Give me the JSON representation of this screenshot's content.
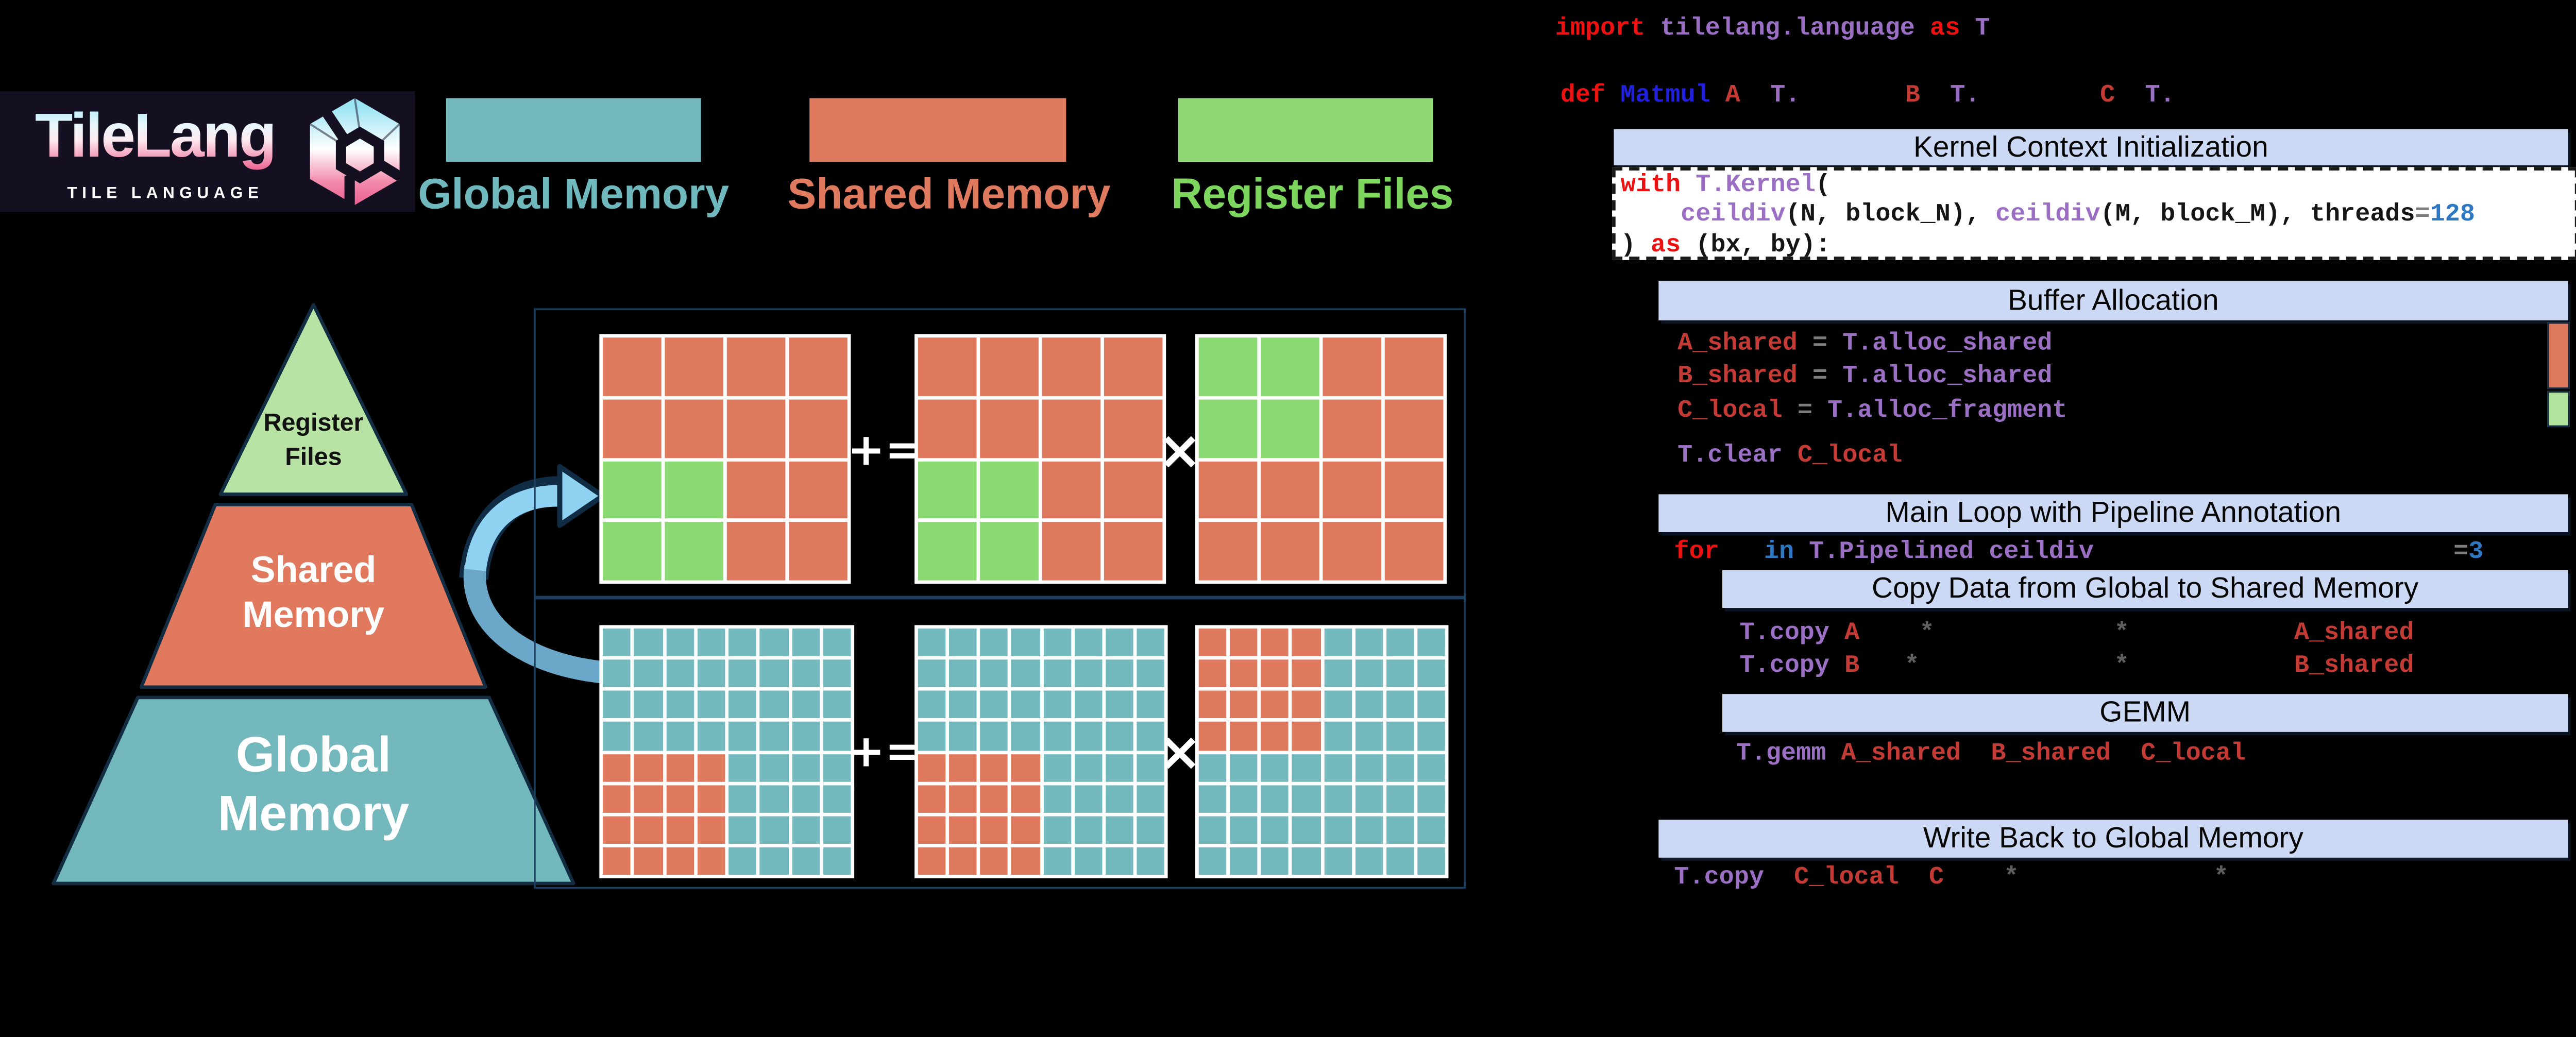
{
  "logo": {
    "title": "TileLang",
    "subtitle": "TILE LANGUAGE"
  },
  "legend": {
    "items": [
      {
        "label": "Global Memory",
        "swatch": "#74b9be",
        "text_color": "#6fb9be"
      },
      {
        "label": "Shared Memory",
        "swatch": "#e07a5f",
        "text_color": "#e07a5f"
      },
      {
        "label": "Register Files",
        "swatch": "#90d873",
        "text_color": "#7dd75f"
      }
    ]
  },
  "pyramid": {
    "tiers": [
      {
        "line1": "Register",
        "line2": "Files",
        "color": "#b9e2a5",
        "text_color": "#111111"
      },
      {
        "line1": "Shared",
        "line2": "Memory",
        "color": "#e0795e",
        "text_color": "#ffffff"
      },
      {
        "line1": "Global",
        "line2": "Memory",
        "color": "#72b8bd",
        "text_color": "#ffffff"
      }
    ]
  },
  "matrix": {
    "palette": {
      "S": "#e07a5f",
      "G": "#8bd973",
      "T": "#74b9be"
    },
    "operators": {
      "plus_equals": "+=",
      "times": "×"
    },
    "rows": [
      {
        "grids": [
          {
            "rows": [
              "SSSS",
              "SSSS",
              "GGSS",
              "GGSS"
            ]
          },
          {
            "rows": [
              "SSSS",
              "SSSS",
              "GGSS",
              "GGSS"
            ]
          },
          {
            "rows": [
              "GGSS",
              "GGSS",
              "SSSS",
              "SSSS"
            ]
          }
        ]
      },
      {
        "grids": [
          {
            "rows": [
              "TTTTTTTT",
              "TTTTTTTT",
              "TTTTTTTT",
              "TTTTTTTT",
              "SSSSTTTT",
              "SSSSTTTT",
              "SSSSTTTT",
              "SSSSTTTT"
            ]
          },
          {
            "rows": [
              "TTTTTTTT",
              "TTTTTTTT",
              "TTTTTTTT",
              "TTTTTTTT",
              "SSSSTTTT",
              "SSSSTTTT",
              "SSSSTTTT",
              "SSSSTTTT"
            ]
          },
          {
            "rows": [
              "SSSSTTTT",
              "SSSSTTTT",
              "SSSSTTTT",
              "SSSSTTTT",
              "TTTTTTTT",
              "TTTTTTTT",
              "TTTTTTTT",
              "TTTTTTTT"
            ]
          }
        ]
      }
    ]
  },
  "code": {
    "sections": {
      "kernel": "Kernel Context Initialization",
      "buffer": "Buffer Allocation",
      "main": "Main Loop with Pipeline Annotation",
      "copy": "Copy Data from Global to Shared Memory",
      "gemm": "GEMM",
      "write": "Write Back to Global Memory"
    },
    "lines": {
      "import": [
        {
          "t": "import",
          "c": "kw"
        },
        {
          "t": " ",
          "c": "sp"
        },
        {
          "t": "tilelang.language",
          "c": "fn"
        },
        {
          "t": " ",
          "c": "sp"
        },
        {
          "t": "as",
          "c": "kw"
        },
        {
          "t": " ",
          "c": "sp"
        },
        {
          "t": "T",
          "c": "fn"
        }
      ],
      "def": [
        {
          "t": "def",
          "c": "kw"
        },
        {
          "t": " ",
          "c": "sp"
        },
        {
          "t": "Matmul",
          "c": "cls"
        },
        {
          "t": " ",
          "c": "sp"
        },
        {
          "t": "A",
          "c": "var"
        },
        {
          "t": "  ",
          "c": "sp"
        },
        {
          "t": "T.",
          "c": "fn"
        },
        {
          "t": "       ",
          "c": "sp"
        },
        {
          "t": "B",
          "c": "var"
        },
        {
          "t": "  ",
          "c": "sp"
        },
        {
          "t": "T.",
          "c": "fn"
        },
        {
          "t": "        ",
          "c": "sp"
        },
        {
          "t": "C",
          "c": "var"
        },
        {
          "t": "  ",
          "c": "sp"
        },
        {
          "t": "T.",
          "c": "fn"
        }
      ],
      "with1": [
        {
          "t": "with",
          "c": "kw"
        },
        {
          "t": " ",
          "c": "sp"
        },
        {
          "t": "T.Kernel",
          "c": "fn"
        },
        {
          "t": "(",
          "c": "plain"
        }
      ],
      "with2": [
        {
          "t": "    ",
          "c": "sp"
        },
        {
          "t": "ceildiv",
          "c": "fn"
        },
        {
          "t": "(N, block_N), ",
          "c": "plain"
        },
        {
          "t": "ceildiv",
          "c": "fn"
        },
        {
          "t": "(M, block_M), threads",
          "c": "plain"
        },
        {
          "t": "=",
          "c": "op"
        },
        {
          "t": "128",
          "c": "num"
        }
      ],
      "with3": [
        {
          "t": ") ",
          "c": "plain"
        },
        {
          "t": "as",
          "c": "kw"
        },
        {
          "t": " (bx, by):",
          "c": "plain"
        }
      ],
      "allocA": [
        {
          "t": "A_shared",
          "c": "var"
        },
        {
          "t": " ",
          "c": "sp"
        },
        {
          "t": "=",
          "c": "op"
        },
        {
          "t": " ",
          "c": "sp"
        },
        {
          "t": "T.alloc_shared",
          "c": "fn"
        }
      ],
      "allocB": [
        {
          "t": "B_shared",
          "c": "var"
        },
        {
          "t": " ",
          "c": "sp"
        },
        {
          "t": "=",
          "c": "op"
        },
        {
          "t": " ",
          "c": "sp"
        },
        {
          "t": "T.alloc_shared",
          "c": "fn"
        }
      ],
      "allocC": [
        {
          "t": "C_local",
          "c": "var"
        },
        {
          "t": " ",
          "c": "sp"
        },
        {
          "t": "=",
          "c": "op"
        },
        {
          "t": " ",
          "c": "sp"
        },
        {
          "t": "T.alloc_fragment",
          "c": "fn"
        }
      ],
      "clear": [
        {
          "t": "T.clear",
          "c": "fn"
        },
        {
          "t": " ",
          "c": "sp"
        },
        {
          "t": "C_local",
          "c": "var"
        }
      ],
      "for": [
        {
          "t": "for",
          "c": "kw"
        },
        {
          "t": "   ",
          "c": "sp"
        },
        {
          "t": "in",
          "c": "kw2"
        },
        {
          "t": " ",
          "c": "sp"
        },
        {
          "t": "T.Pipelined",
          "c": "fn"
        },
        {
          "t": " ",
          "c": "sp"
        },
        {
          "t": "ceildiv",
          "c": "fn"
        },
        {
          "t": "                        ",
          "c": "sp"
        },
        {
          "t": "=",
          "c": "op"
        },
        {
          "t": "3",
          "c": "num"
        }
      ],
      "copyA": [
        {
          "t": "T.copy",
          "c": "fn"
        },
        {
          "t": " ",
          "c": "sp"
        },
        {
          "t": "A",
          "c": "var"
        },
        {
          "t": "    ",
          "c": "sp"
        },
        {
          "t": "*",
          "c": "star"
        },
        {
          "t": "            ",
          "c": "sp"
        },
        {
          "t": "*",
          "c": "star"
        },
        {
          "t": "           ",
          "c": "sp"
        },
        {
          "t": "A_shared",
          "c": "var"
        }
      ],
      "copyB": [
        {
          "t": "T.copy",
          "c": "fn"
        },
        {
          "t": " ",
          "c": "sp"
        },
        {
          "t": "B",
          "c": "var"
        },
        {
          "t": "   ",
          "c": "sp"
        },
        {
          "t": "*",
          "c": "star"
        },
        {
          "t": "             ",
          "c": "sp"
        },
        {
          "t": "*",
          "c": "star"
        },
        {
          "t": "           ",
          "c": "sp"
        },
        {
          "t": "B_shared",
          "c": "var"
        }
      ],
      "gemm": [
        {
          "t": "T.gemm",
          "c": "fn"
        },
        {
          "t": " ",
          "c": "sp"
        },
        {
          "t": "A_shared",
          "c": "var"
        },
        {
          "t": "  ",
          "c": "sp"
        },
        {
          "t": "B_shared",
          "c": "var"
        },
        {
          "t": "  ",
          "c": "sp"
        },
        {
          "t": "C_local",
          "c": "var"
        }
      ],
      "copyC": [
        {
          "t": "T.copy",
          "c": "fn"
        },
        {
          "t": "  ",
          "c": "sp"
        },
        {
          "t": "C_local",
          "c": "var"
        },
        {
          "t": "  ",
          "c": "sp"
        },
        {
          "t": "C",
          "c": "var"
        },
        {
          "t": "    ",
          "c": "sp"
        },
        {
          "t": "*",
          "c": "star"
        },
        {
          "t": "             ",
          "c": "sp"
        },
        {
          "t": "*",
          "c": "star"
        }
      ]
    }
  }
}
